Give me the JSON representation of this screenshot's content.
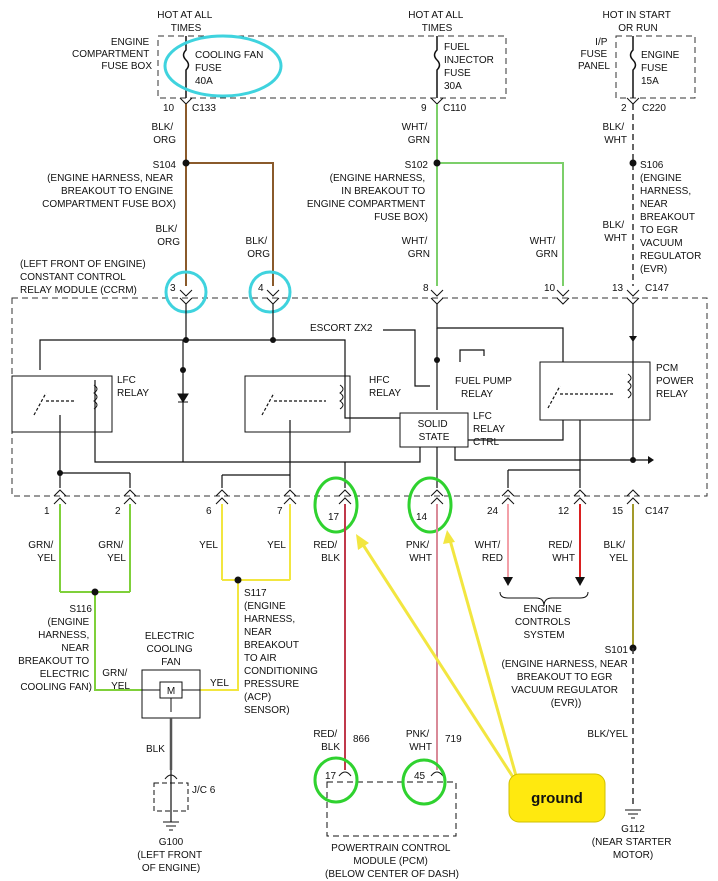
{
  "power": {
    "hot_all_times_a": [
      "HOT AT ALL",
      "TIMES"
    ],
    "hot_all_times_b": [
      "HOT AT ALL",
      "TIMES"
    ],
    "hot_start_run": [
      "HOT IN START",
      "OR RUN"
    ],
    "engine_box_label": [
      "ENGINE",
      "COMPARTMENT",
      "FUSE BOX"
    ],
    "ip_panel_label": [
      "I/P",
      "FUSE",
      "PANEL"
    ],
    "fuse_cooling": [
      "COOLING FAN",
      "FUSE",
      "40A"
    ],
    "fuse_injector": [
      "FUEL",
      "INJECTOR",
      "FUSE",
      "30A"
    ],
    "fuse_engine": [
      "ENGINE",
      "FUSE",
      "15A"
    ],
    "pin_c133": "10",
    "conn_c133": "C133",
    "pin_c110": "9",
    "conn_c110": "C110",
    "pin_c220": "2",
    "conn_c220": "C220"
  },
  "wires": {
    "blk_org_top": [
      "BLK/",
      "ORG"
    ],
    "wht_grn_top": [
      "WHT/",
      "GRN"
    ],
    "blk_wht_top": [
      "BLK/",
      "WHT"
    ],
    "s104": "S104",
    "s104_desc": [
      "(ENGINE HARNESS, NEAR",
      "BREAKOUT TO ENGINE",
      "COMPARTMENT FUSE BOX)"
    ],
    "s102": "S102",
    "s102_desc": [
      "(ENGINE HARNESS,",
      "IN BREAKOUT TO",
      "ENGINE COMPARTMENT",
      "FUSE BOX)"
    ],
    "s106": "S106",
    "s106_desc": [
      "(ENGINE",
      "HARNESS,",
      "NEAR",
      "BREAKOUT",
      "TO EGR",
      "VACUUM",
      "REGULATOR",
      "(EVR)"
    ],
    "blk_org_a": [
      "BLK/",
      "ORG"
    ],
    "blk_org_b": [
      "BLK/",
      "ORG"
    ],
    "wht_grn_a": [
      "WHT/",
      "GRN"
    ],
    "wht_grn_b": [
      "WHT/",
      "GRN"
    ],
    "blk_wht_mid": [
      "BLK/",
      "WHT"
    ]
  },
  "ccrm": {
    "label": [
      "(LEFT FRONT OF ENGINE)",
      "CONSTANT CONTROL",
      "RELAY MODULE (CCRM)"
    ],
    "top_pins": [
      "3",
      "4",
      "8",
      "10",
      "13"
    ],
    "top_conn": "C147",
    "escort": "ESCORT ZX2",
    "lfc_relay": [
      "LFC",
      "RELAY"
    ],
    "hfc_relay": [
      "HFC",
      "RELAY"
    ],
    "fuel_pump_relay": [
      "FUEL PUMP",
      "RELAY"
    ],
    "pcm_power_relay": [
      "PCM",
      "POWER",
      "RELAY"
    ],
    "solid_state": [
      "SOLID",
      "STATE"
    ],
    "lfc_relay_ctrl": [
      "LFC",
      "RELAY",
      "CTRL"
    ],
    "bottom_pins": [
      "1",
      "2",
      "6",
      "7",
      "17",
      "14",
      "24",
      "12",
      "15"
    ],
    "bottom_conn": "C147"
  },
  "lower": {
    "grn_yel_a": [
      "GRN/",
      "YEL"
    ],
    "grn_yel_b": [
      "GRN/",
      "YEL"
    ],
    "yel_a": "YEL",
    "yel_b": "YEL",
    "red_blk": [
      "RED/",
      "BLK"
    ],
    "pnk_wht": [
      "PNK/",
      "WHT"
    ],
    "wht_red": [
      "WHT/",
      "RED"
    ],
    "red_wht": [
      "RED/",
      "WHT"
    ],
    "blk_yel": [
      "BLK/",
      "YEL"
    ],
    "engine_controls": [
      "ENGINE",
      "CONTROLS",
      "SYSTEM"
    ],
    "s116": "S116",
    "s116_desc": [
      "(ENGINE",
      "HARNESS,",
      "NEAR",
      "BREAKOUT TO",
      "ELECTRIC",
      "COOLING FAN)"
    ],
    "s117": "S117",
    "s117_desc": [
      "(ENGINE",
      "HARNESS,",
      "NEAR",
      "BREAKOUT",
      "TO AIR",
      "CONDITIONING",
      "PRESSURE",
      "(ACP)",
      "SENSOR)"
    ],
    "fan_label": [
      "ELECTRIC",
      "COOLING",
      "FAN"
    ],
    "motor": "M",
    "grn_yel_fan": [
      "GRN/",
      "YEL"
    ],
    "yel_fan": "YEL",
    "blk": "BLK",
    "jc": "J/C 6",
    "g100": "G100",
    "g100_desc": [
      "(LEFT FRONT",
      "OF ENGINE)"
    ],
    "s101": "S101",
    "s101_desc": [
      "(ENGINE HARNESS, NEAR",
      "BREAKOUT TO EGR",
      "VACUUM REGULATOR",
      "(EVR))"
    ],
    "blk_yel_low": "BLK/YEL",
    "g112": "G112",
    "g112_desc": [
      "(NEAR STARTER",
      "MOTOR)"
    ],
    "red_blk_low": [
      "RED/",
      "BLK"
    ],
    "pnk_wht_low": [
      "PNK/",
      "WHT"
    ],
    "circuit_866": "866",
    "circuit_719": "719",
    "pcm_pin_17": "17",
    "pcm_pin_45": "45",
    "pcm_label": [
      "POWERTRAIN CONTROL",
      "MODULE (PCM)",
      "(BELOW CENTER OF DASH)"
    ],
    "callout": "ground"
  },
  "colors": {
    "brown": "#8a5a2b",
    "green": "#7ccf6a",
    "lime": "#7fd03a",
    "yellow": "#f2e640",
    "red": "#c0394b",
    "pink": "#d98a98",
    "olive": "#a39a2a",
    "cyan_highlight": "#3fd3de",
    "green_highlight": "#2fd22f",
    "callout_fill": "#ffe90f"
  }
}
